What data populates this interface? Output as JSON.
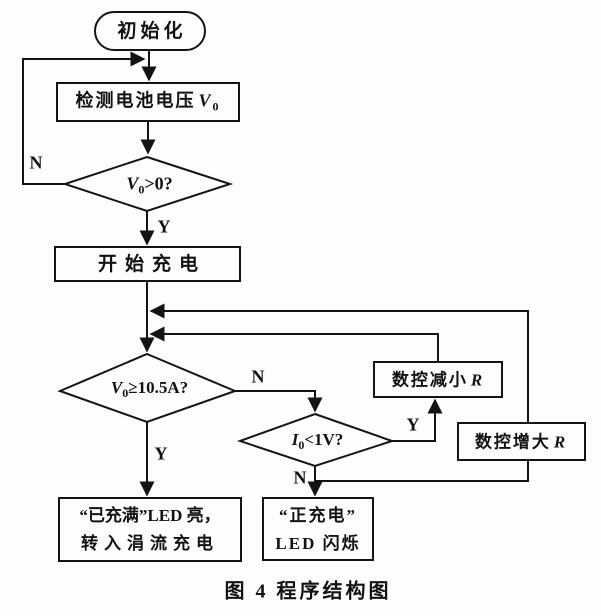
{
  "figure": {
    "caption": "图 4 程序结构图",
    "background_color": "#fdfdfc",
    "line_color": "#141414"
  },
  "nodes": {
    "start": {
      "label": "初始化",
      "shape": "terminator"
    },
    "detect": {
      "text": "检测电池电压",
      "var": "V",
      "sub": "0",
      "shape": "process"
    },
    "d1": {
      "var": "V",
      "sub": "0",
      "cond": ">0?",
      "shape": "decision"
    },
    "charge": {
      "label": "开始充电",
      "shape": "process"
    },
    "d2": {
      "var": "V",
      "sub": "0",
      "cond": "≥10.5A?",
      "shape": "decision"
    },
    "d3": {
      "var": "I",
      "sub": "0",
      "cond": "<1V?",
      "shape": "decision"
    },
    "dec_r": {
      "prefix": "数控减小",
      "var": "R",
      "shape": "process"
    },
    "inc_r": {
      "prefix": "数控增大",
      "var": "R",
      "shape": "process"
    },
    "full": {
      "line1": "“已充满”LED 亮，",
      "line2": "转入涓流充电",
      "shape": "process"
    },
    "charging": {
      "line1": "“正充电”",
      "line2": "LED 闪烁",
      "shape": "process"
    }
  },
  "branch_labels": {
    "d1_no": "N",
    "d1_yes": "Y",
    "d2_no": "N",
    "d2_yes": "Y",
    "d3_yes": "Y",
    "d3_no": "N"
  }
}
